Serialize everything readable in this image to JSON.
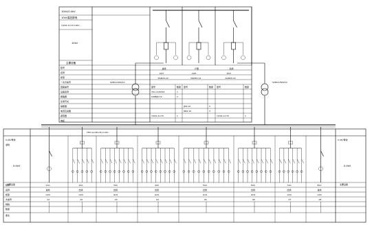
{
  "hv_panel": {
    "title_rows": [
      "10kV/0.4kV",
      "10kV高压配电",
      "YJV22-3×70 10kV"
    ],
    "mid_label": "10kV",
    "spec_label": "主要设备",
    "param_rows": [
      "柜号",
      "名称",
      "柜型",
      "一次方案号",
      "回路编号",
      "设备名称",
      "断路器",
      "负荷开关",
      "熔断器",
      "电流互感器",
      "避雷器",
      "电缆"
    ],
    "columns": [
      {
        "title": "进线",
        "code": "1AH",
        "type": "XGN15-12"
      },
      {
        "title": "计量",
        "code": "2AH",
        "type": "XGN15-12"
      },
      {
        "title": "出线",
        "code": "3AH",
        "type": "XGN15-12"
      }
    ],
    "table_header": [
      "型号",
      "数量",
      "型号",
      "数量",
      "型号",
      "数量"
    ],
    "table_rows": [
      [
        "VS1-12/630A",
        "1",
        "",
        "",
        "",
        ""
      ],
      [
        "LZZBJ9-10",
        "2",
        "",
        "",
        "",
        ""
      ],
      [
        "",
        "",
        "",
        "",
        "",
        ""
      ],
      [
        "",
        "",
        "JDZ-10",
        "2",
        "",
        ""
      ],
      [
        "",
        "",
        "RN2-10",
        "3",
        "",
        ""
      ],
      [
        "YJV22-3×70",
        "1",
        "",
        "",
        "YJV22-3×70",
        "1"
      ]
    ]
  },
  "transformers": {
    "left_label": "SCB10-800/10",
    "right_label": "SCB10-800/10"
  },
  "lv_bus": {
    "label": "TMY-4×(80×8) 0.4kV"
  },
  "lv_panel": {
    "left_block_rows": [
      "0.4kV母线",
      "进线"
    ],
    "left_mid_label": "0.4kV",
    "left_bottom_label": "主要设备",
    "right_block_rows": [
      "0.4kV母线"
    ],
    "right_mid_label": "0.4kV",
    "right_bottom_label": "主要设备",
    "cabinets": [
      {
        "no": "1AA",
        "name": "进线",
        "type": "GCS",
        "scheme": "01"
      },
      {
        "no": "2AA",
        "name": "出线",
        "type": "GCS",
        "scheme": "02"
      },
      {
        "no": "3AA",
        "name": "出线",
        "type": "GCS",
        "scheme": "03"
      },
      {
        "no": "4AA",
        "name": "出线",
        "type": "GCS",
        "scheme": "04"
      },
      {
        "no": "5AA",
        "name": "出线",
        "type": "GCS",
        "scheme": "05"
      },
      {
        "no": "6AA",
        "name": "出线",
        "type": "GCS",
        "scheme": "06"
      },
      {
        "no": "7AA",
        "name": "出线",
        "type": "GCS",
        "scheme": "07"
      },
      {
        "no": "8AA",
        "name": "进线",
        "type": "GCS",
        "scheme": "08"
      }
    ],
    "row_labels": [
      "柜号",
      "名称",
      "柜型",
      "方案号",
      "规格",
      "数量",
      "备注"
    ],
    "bottom_row": [
      "",
      "",
      "",
      "",
      "",
      "",
      "",
      ""
    ]
  }
}
